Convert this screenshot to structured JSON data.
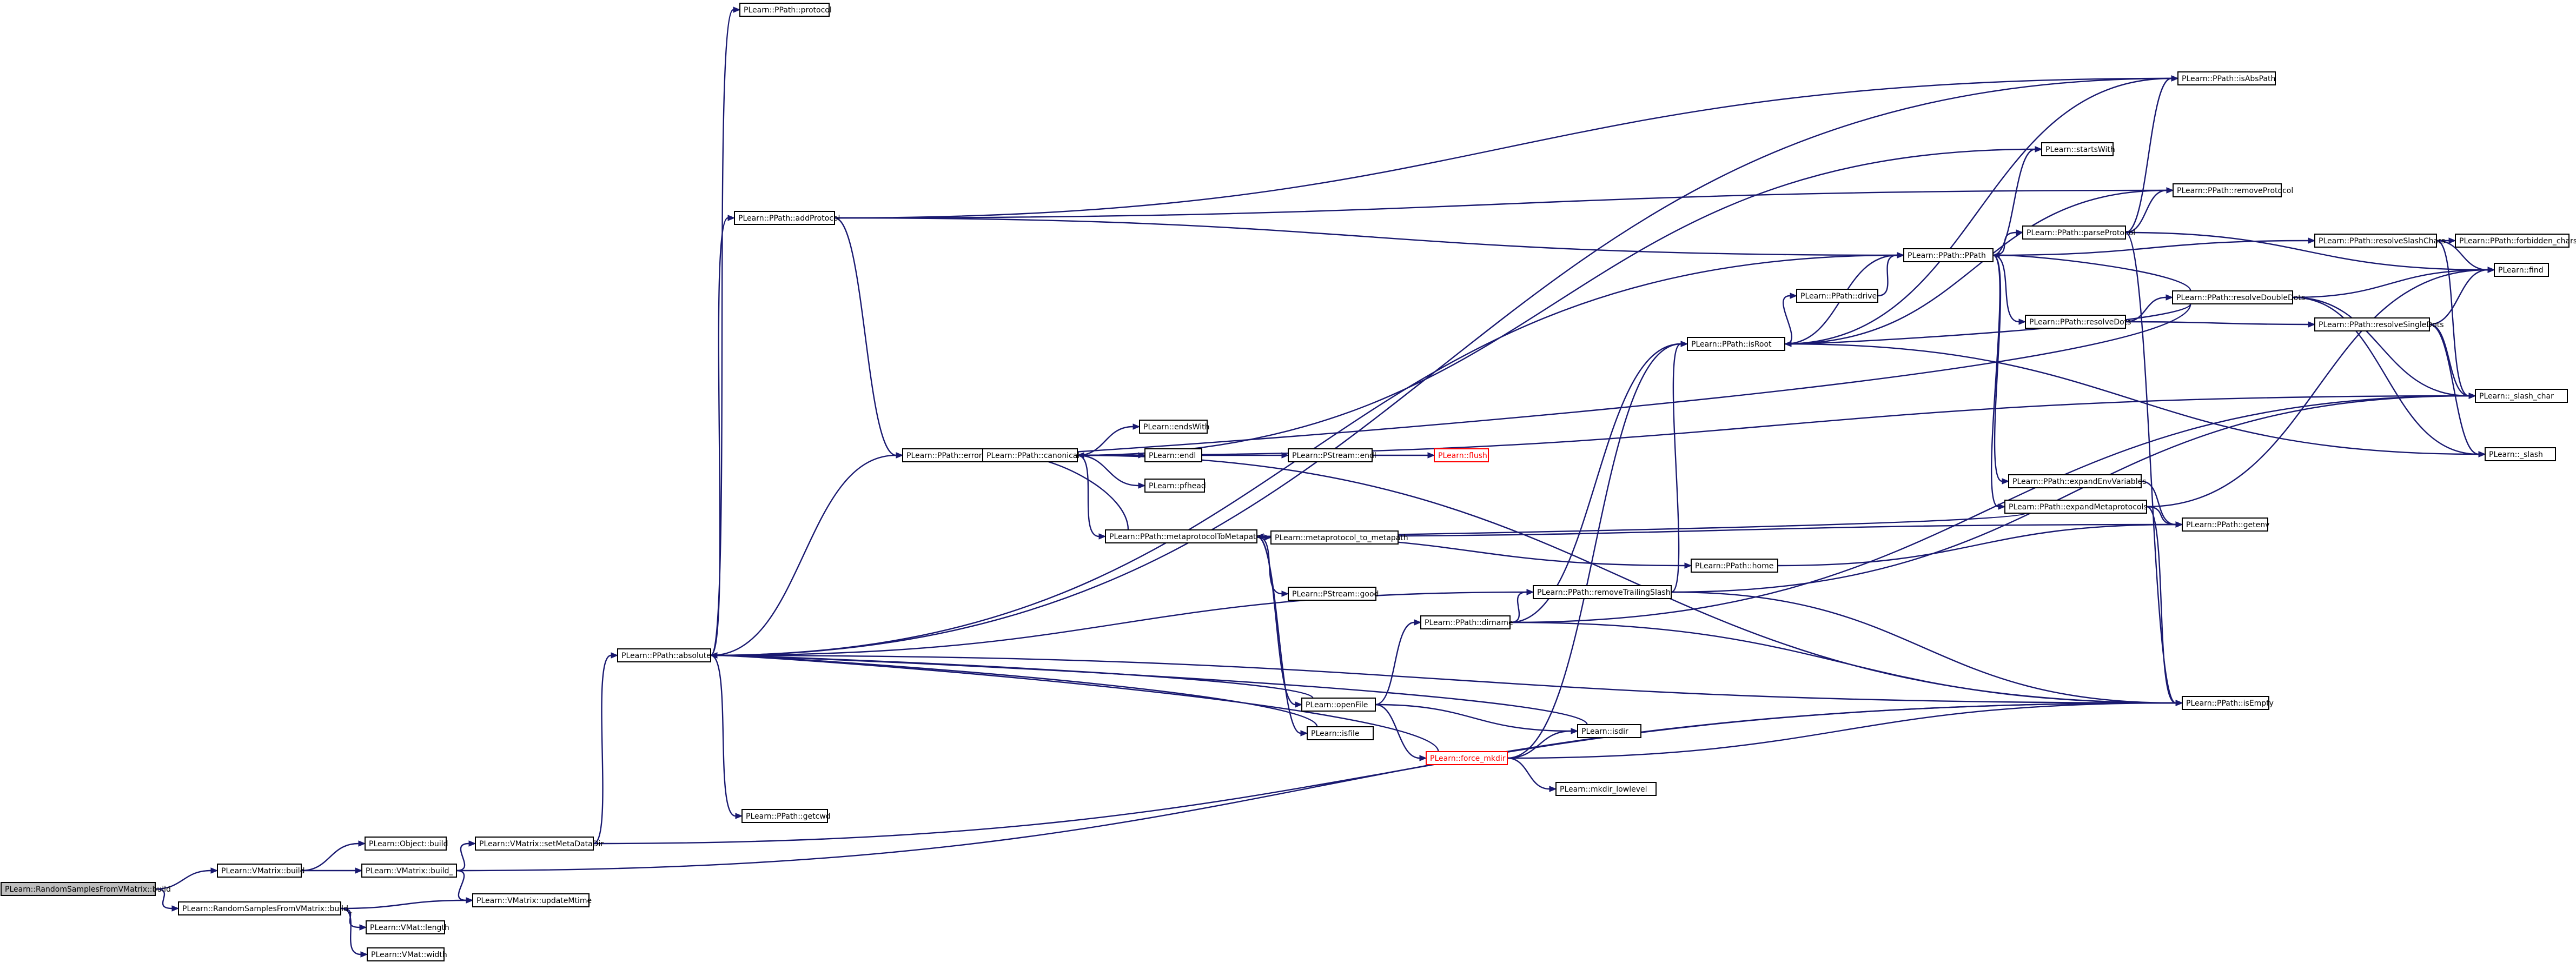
{
  "graph": {
    "root": "random-samples-build",
    "nodes": [
      {
        "id": "random-samples-build",
        "label": "PLearn::RandomSamplesFromVMatrix::build",
        "kind": "root"
      },
      {
        "id": "vmatrix-build",
        "label": "PLearn::VMatrix::build",
        "kind": "normal"
      },
      {
        "id": "random-samples-build-impl",
        "label": "PLearn::RandomSamplesFromVMatrix::build_",
        "kind": "normal"
      },
      {
        "id": "object-build",
        "label": "PLearn::Object::build",
        "kind": "normal"
      },
      {
        "id": "vmatrix-build-impl",
        "label": "PLearn::VMatrix::build_",
        "kind": "normal"
      },
      {
        "id": "vmatrix-update-mtime",
        "label": "PLearn::VMatrix::updateMtime",
        "kind": "normal"
      },
      {
        "id": "vmat-length",
        "label": "PLearn::VMat::length",
        "kind": "normal"
      },
      {
        "id": "vmat-width",
        "label": "PLearn::VMat::width",
        "kind": "normal"
      },
      {
        "id": "vmatrix-set-metadatadir",
        "label": "PLearn::VMatrix::setMetaDataDir",
        "kind": "normal"
      },
      {
        "id": "ppath-absolute",
        "label": "PLearn::PPath::absolute",
        "kind": "normal"
      },
      {
        "id": "ppath-protocol",
        "label": "PLearn::PPath::protocol",
        "kind": "normal"
      },
      {
        "id": "ppath-add-protocol",
        "label": "PLearn::PPath::addProtocol",
        "kind": "normal"
      },
      {
        "id": "ppath-errordisplay",
        "label": "PLearn::PPath::errorDisplay",
        "kind": "normal"
      },
      {
        "id": "ppath-getcwd",
        "label": "PLearn::PPath::getcwd",
        "kind": "normal"
      },
      {
        "id": "ppath-canonical",
        "label": "PLearn::PPath::canonical",
        "kind": "normal"
      },
      {
        "id": "ends-with",
        "label": "PLearn::endsWith",
        "kind": "normal"
      },
      {
        "id": "endl",
        "label": "PLearn::endl",
        "kind": "normal"
      },
      {
        "id": "pfhead",
        "label": "PLearn::pfhead",
        "kind": "normal"
      },
      {
        "id": "pstream-endl",
        "label": "PLearn::PStream::endl",
        "kind": "normal"
      },
      {
        "id": "flush",
        "label": "PLearn::flush",
        "kind": "truncated"
      },
      {
        "id": "metaprotocol-to-metapath",
        "label": "PLearn::PPath::metaprotocolToMetapath",
        "kind": "normal"
      },
      {
        "id": "metaprotocol-to-metapath-fn",
        "label": "PLearn::metaprotocol_to_metapath",
        "kind": "normal"
      },
      {
        "id": "pstream-good",
        "label": "PLearn::PStream::good",
        "kind": "normal"
      },
      {
        "id": "open-file",
        "label": "PLearn::openFile",
        "kind": "normal"
      },
      {
        "id": "is-file",
        "label": "PLearn::isfile",
        "kind": "normal"
      },
      {
        "id": "ppath-dirname",
        "label": "PLearn::PPath::dirname",
        "kind": "normal"
      },
      {
        "id": "force-mkdir",
        "label": "PLearn::force_mkdir",
        "kind": "truncated"
      },
      {
        "id": "is-dir",
        "label": "PLearn::isdir",
        "kind": "normal"
      },
      {
        "id": "mkdir-lowlevel",
        "label": "PLearn::mkdir_lowlevel",
        "kind": "normal"
      },
      {
        "id": "ppath-remove-trailing-slash",
        "label": "PLearn::PPath::removeTrailingSlash",
        "kind": "normal"
      },
      {
        "id": "ppath-home",
        "label": "PLearn::PPath::home",
        "kind": "normal"
      },
      {
        "id": "ppath-is-root",
        "label": "PLearn::PPath::isRoot",
        "kind": "normal"
      },
      {
        "id": "ppath-drive",
        "label": "PLearn::PPath::drive",
        "kind": "normal"
      },
      {
        "id": "starts-with",
        "label": "PLearn::startsWith",
        "kind": "normal"
      },
      {
        "id": "ppath-ctor",
        "label": "PLearn::PPath::PPath",
        "kind": "normal"
      },
      {
        "id": "ppath-resolve-dots",
        "label": "PLearn::PPath::resolveDots",
        "kind": "normal"
      },
      {
        "id": "ppath-parse-protocol",
        "label": "PLearn::PPath::parseProtocol",
        "kind": "normal"
      },
      {
        "id": "ppath-expand-env-variables",
        "label": "PLearn::PPath::expandEnvVariables",
        "kind": "normal"
      },
      {
        "id": "ppath-expand-metaprotocols",
        "label": "PLearn::PPath::expandMetaprotocols",
        "kind": "normal"
      },
      {
        "id": "ppath-is-abs-path",
        "label": "PLearn::PPath::isAbsPath",
        "kind": "normal"
      },
      {
        "id": "ppath-remove-protocol",
        "label": "PLearn::PPath::removeProtocol",
        "kind": "normal"
      },
      {
        "id": "ppath-resolve-slash-chars",
        "label": "PLearn::PPath::resolveSlashChars",
        "kind": "normal"
      },
      {
        "id": "ppath-resolve-double-dots",
        "label": "PLearn::PPath::resolveDoubleDots",
        "kind": "normal"
      },
      {
        "id": "ppath-resolve-single-dots",
        "label": "PLearn::PPath::resolveSingleDots",
        "kind": "normal"
      },
      {
        "id": "ppath-getenv",
        "label": "PLearn::PPath::getenv",
        "kind": "normal"
      },
      {
        "id": "ppath-is-empty",
        "label": "PLearn::PPath::isEmpty",
        "kind": "normal"
      },
      {
        "id": "ppath-forbidden-chars",
        "label": "PLearn::PPath::forbidden_chars",
        "kind": "normal"
      },
      {
        "id": "find",
        "label": "PLearn::find",
        "kind": "normal"
      },
      {
        "id": "slash-char",
        "label": "PLearn::_slash_char",
        "kind": "normal"
      },
      {
        "id": "slash",
        "label": "PLearn::_slash",
        "kind": "normal"
      }
    ],
    "edges": [
      [
        "random-samples-build",
        "vmatrix-build"
      ],
      [
        "random-samples-build",
        "random-samples-build-impl"
      ],
      [
        "vmatrix-build",
        "object-build"
      ],
      [
        "vmatrix-build",
        "vmatrix-build-impl"
      ],
      [
        "random-samples-build-impl",
        "vmatrix-update-mtime"
      ],
      [
        "random-samples-build-impl",
        "vmat-length"
      ],
      [
        "random-samples-build-impl",
        "vmat-width"
      ],
      [
        "vmatrix-build-impl",
        "vmatrix-set-metadatadir"
      ],
      [
        "vmatrix-build-impl",
        "vmatrix-update-mtime"
      ],
      [
        "vmatrix-build-impl",
        "ppath-is-empty"
      ],
      [
        "vmatrix-set-metadatadir",
        "ppath-absolute"
      ],
      [
        "vmatrix-set-metadatadir",
        "ppath-is-empty"
      ],
      [
        "ppath-absolute",
        "ppath-protocol"
      ],
      [
        "ppath-absolute",
        "ppath-add-protocol"
      ],
      [
        "ppath-absolute",
        "ppath-errordisplay"
      ],
      [
        "ppath-absolute",
        "ppath-getcwd"
      ],
      [
        "ppath-absolute",
        "ppath-is-abs-path"
      ],
      [
        "ppath-absolute",
        "ppath-ctor"
      ],
      [
        "ppath-absolute",
        "ppath-remove-trailing-slash"
      ],
      [
        "ppath-absolute",
        "ppath-is-empty"
      ],
      [
        "ppath-add-protocol",
        "ppath-errordisplay"
      ],
      [
        "ppath-add-protocol",
        "ppath-is-abs-path"
      ],
      [
        "ppath-add-protocol",
        "ppath-ctor"
      ],
      [
        "ppath-add-protocol",
        "ppath-remove-protocol"
      ],
      [
        "ppath-errordisplay",
        "ppath-canonical"
      ],
      [
        "ppath-canonical",
        "ends-with"
      ],
      [
        "ppath-canonical",
        "endl"
      ],
      [
        "ppath-canonical",
        "pfhead"
      ],
      [
        "ppath-canonical",
        "metaprotocol-to-metapath"
      ],
      [
        "ppath-canonical",
        "starts-with"
      ],
      [
        "ppath-canonical",
        "slash-char"
      ],
      [
        "ppath-canonical",
        "ppath-is-empty"
      ],
      [
        "endl",
        "pstream-endl"
      ],
      [
        "pstream-endl",
        "flush"
      ],
      [
        "metaprotocol-to-metapath",
        "ppath-errordisplay"
      ],
      [
        "metaprotocol-to-metapath",
        "metaprotocol-to-metapath-fn"
      ],
      [
        "metaprotocol-to-metapath",
        "pstream-good"
      ],
      [
        "metaprotocol-to-metapath",
        "open-file"
      ],
      [
        "metaprotocol-to-metapath",
        "is-file"
      ],
      [
        "metaprotocol-to-metapath",
        "ppath-home"
      ],
      [
        "metaprotocol-to-metapath",
        "ppath-getenv"
      ],
      [
        "open-file",
        "ppath-absolute"
      ],
      [
        "open-file",
        "ppath-dirname"
      ],
      [
        "open-file",
        "force-mkdir"
      ],
      [
        "open-file",
        "is-dir"
      ],
      [
        "is-file",
        "ppath-absolute"
      ],
      [
        "is-dir",
        "ppath-absolute"
      ],
      [
        "ppath-dirname",
        "ppath-remove-trailing-slash"
      ],
      [
        "ppath-dirname",
        "ppath-is-root"
      ],
      [
        "ppath-dirname",
        "ppath-is-empty"
      ],
      [
        "ppath-dirname",
        "slash-char"
      ],
      [
        "force-mkdir",
        "ppath-absolute"
      ],
      [
        "force-mkdir",
        "is-dir"
      ],
      [
        "force-mkdir",
        "mkdir-lowlevel"
      ],
      [
        "force-mkdir",
        "ppath-is-root"
      ],
      [
        "force-mkdir",
        "ppath-is-empty"
      ],
      [
        "ppath-remove-trailing-slash",
        "ppath-is-root"
      ],
      [
        "ppath-remove-trailing-slash",
        "ppath-is-empty"
      ],
      [
        "ppath-remove-trailing-slash",
        "slash-char"
      ],
      [
        "ppath-home",
        "ppath-getenv"
      ],
      [
        "ppath-is-root",
        "ppath-ctor"
      ],
      [
        "ppath-is-root",
        "ppath-drive"
      ],
      [
        "ppath-is-root",
        "ppath-is-abs-path"
      ],
      [
        "ppath-is-root",
        "ppath-remove-protocol"
      ],
      [
        "ppath-is-root",
        "slash"
      ],
      [
        "ppath-drive",
        "ppath-ctor"
      ],
      [
        "ppath-ctor",
        "starts-with"
      ],
      [
        "ppath-ctor",
        "ppath-resolve-dots"
      ],
      [
        "ppath-ctor",
        "ppath-parse-protocol"
      ],
      [
        "ppath-ctor",
        "ppath-expand-env-variables"
      ],
      [
        "ppath-ctor",
        "ppath-expand-metaprotocols"
      ],
      [
        "ppath-ctor",
        "ppath-resolve-slash-chars"
      ],
      [
        "ppath-resolve-dots",
        "ppath-resolve-double-dots"
      ],
      [
        "ppath-resolve-dots",
        "ppath-resolve-single-dots"
      ],
      [
        "ppath-parse-protocol",
        "ppath-is-abs-path"
      ],
      [
        "ppath-parse-protocol",
        "ppath-remove-protocol"
      ],
      [
        "ppath-parse-protocol",
        "ppath-is-empty"
      ],
      [
        "ppath-parse-protocol",
        "find"
      ],
      [
        "ppath-expand-env-variables",
        "ppath-getenv"
      ],
      [
        "ppath-expand-metaprotocols",
        "ppath-getenv"
      ],
      [
        "ppath-expand-metaprotocols",
        "ppath-is-empty"
      ],
      [
        "ppath-expand-metaprotocols",
        "metaprotocol-to-metapath"
      ],
      [
        "ppath-expand-metaprotocols",
        "find"
      ],
      [
        "ppath-resolve-slash-chars",
        "ppath-forbidden-chars"
      ],
      [
        "ppath-resolve-slash-chars",
        "find"
      ],
      [
        "ppath-resolve-slash-chars",
        "slash-char"
      ],
      [
        "ppath-resolve-double-dots",
        "ppath-ctor"
      ],
      [
        "ppath-resolve-double-dots",
        "ppath-is-root"
      ],
      [
        "ppath-resolve-double-dots",
        "find"
      ],
      [
        "ppath-resolve-double-dots",
        "slash-char"
      ],
      [
        "ppath-resolve-double-dots",
        "slash"
      ],
      [
        "ppath-resolve-double-dots",
        "ppath-errordisplay"
      ],
      [
        "ppath-resolve-single-dots",
        "find"
      ],
      [
        "ppath-resolve-single-dots",
        "slash-char"
      ],
      [
        "ppath-resolve-single-dots",
        "slash"
      ]
    ]
  },
  "colors": {
    "edge": "#191970",
    "node_border": "#000000",
    "node_fill": "#ffffff",
    "root_fill": "#bfbfbf",
    "truncated": "#ff0000"
  }
}
